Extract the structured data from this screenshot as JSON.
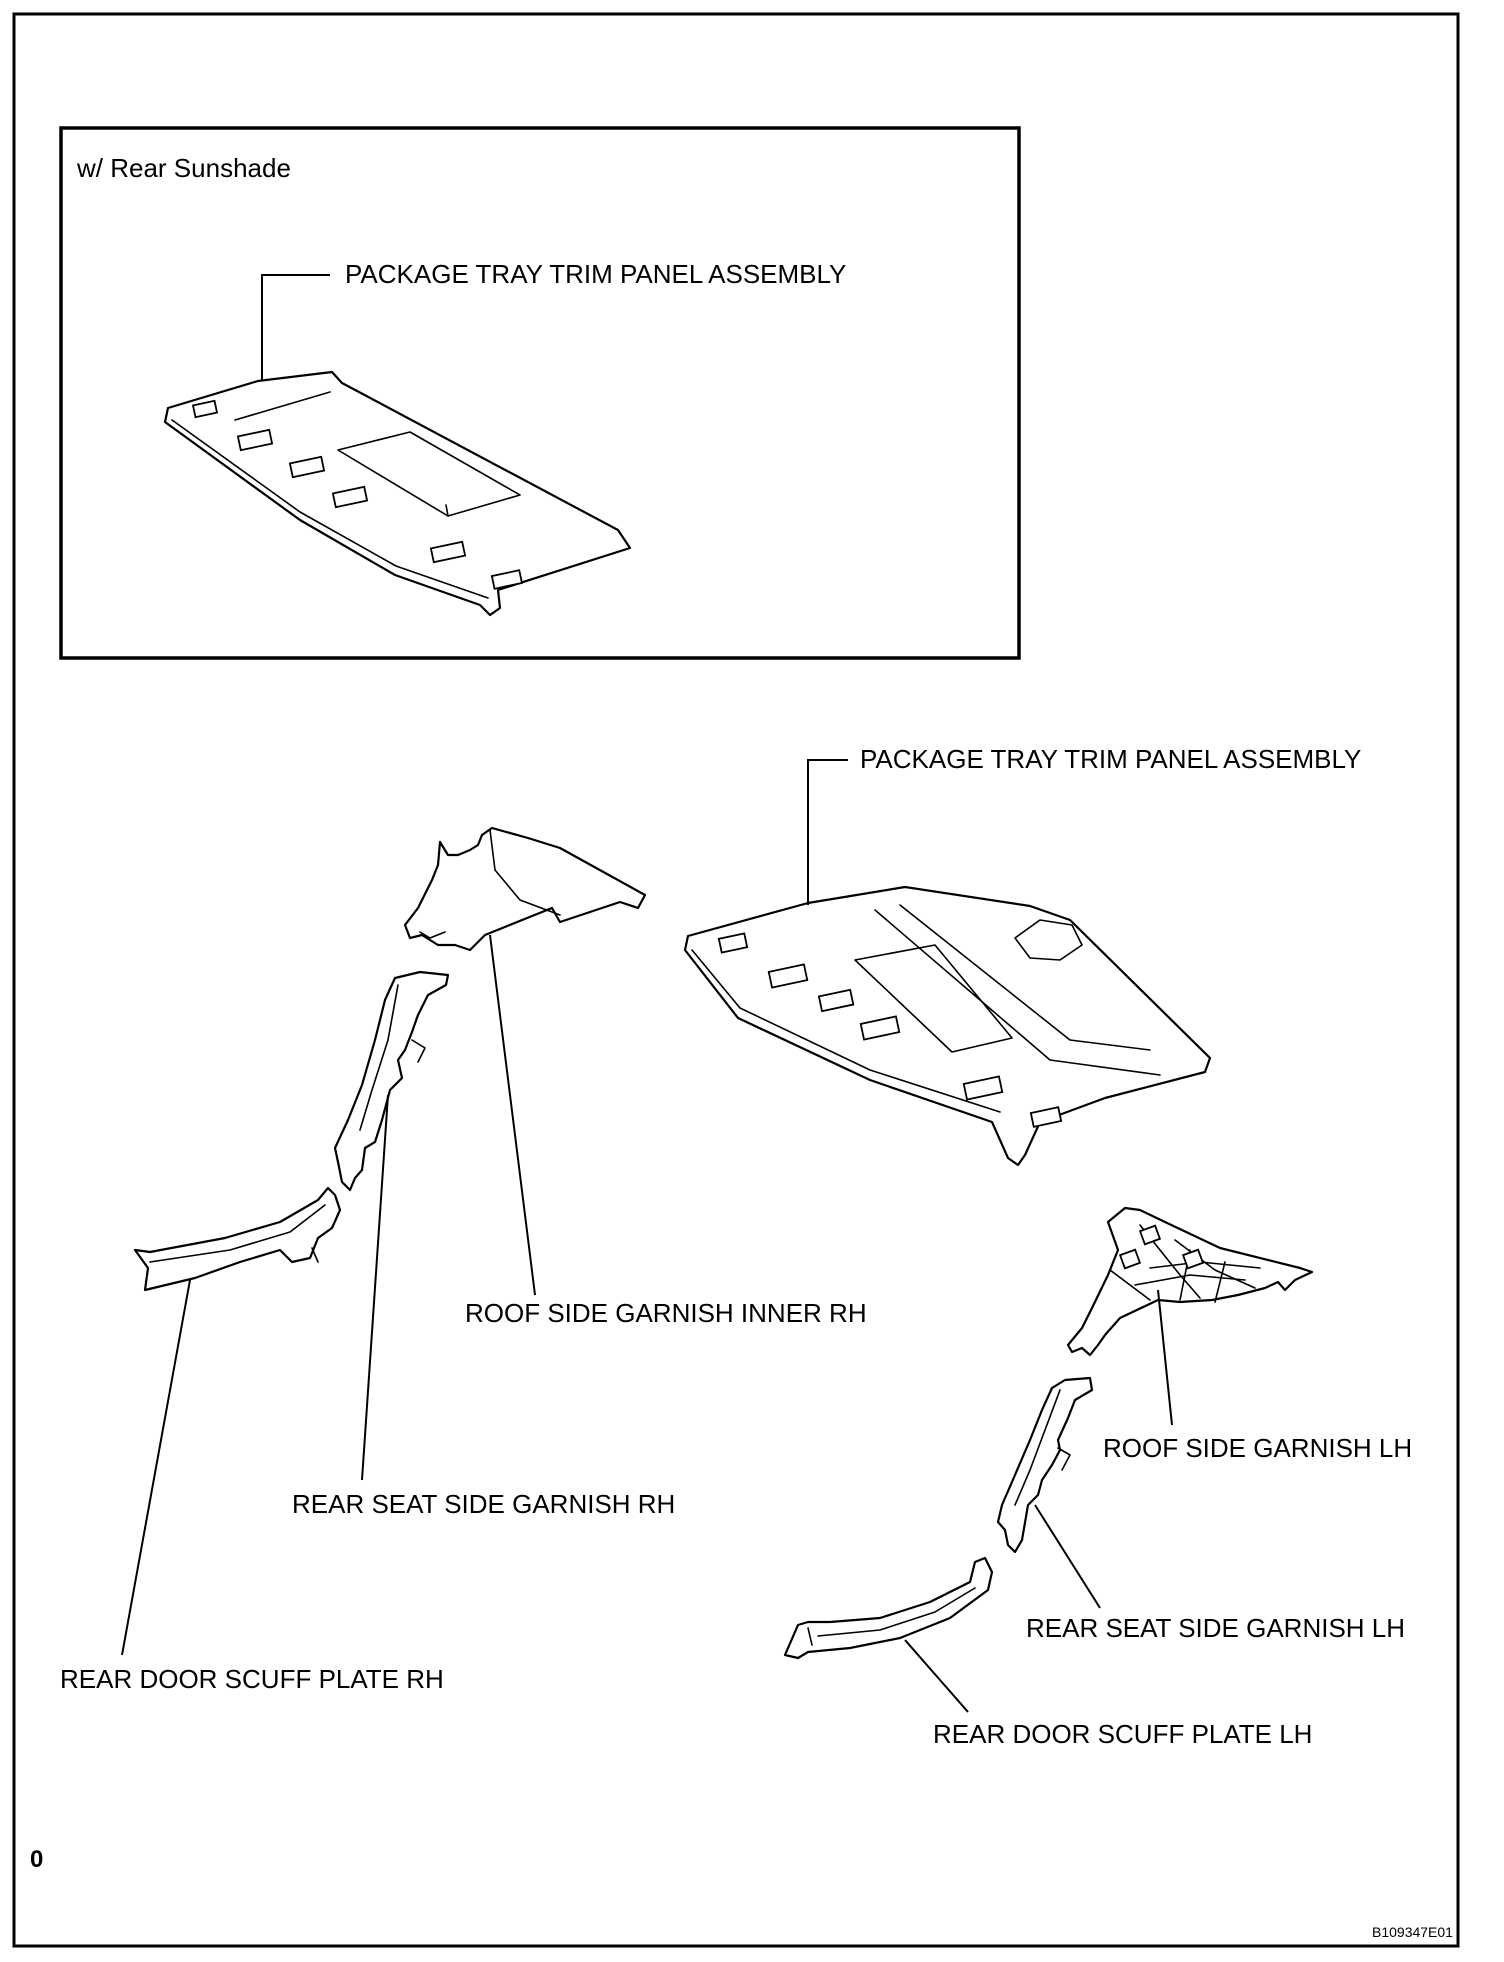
{
  "inset": {
    "title": "w/ Rear Sunshade",
    "label": "PACKAGE TRAY TRIM PANEL ASSEMBLY"
  },
  "main": {
    "package_tray": "PACKAGE TRAY TRIM PANEL ASSEMBLY",
    "roof_side_inner_rh": "ROOF SIDE  GARNISH INNER RH",
    "rear_seat_side_rh": "REAR SEAT SIDE GARNISH RH",
    "rear_door_scuff_rh": "REAR DOOR SCUFF PLATE RH",
    "roof_side_lh": "ROOF SIDE GARNISH LH",
    "rear_seat_side_lh": "REAR SEAT SIDE GARNISH LH",
    "rear_door_scuff_lh": "REAR DOOR SCUFF PLATE LH"
  },
  "corner_mark": "0",
  "figure_code": "B109347E01"
}
